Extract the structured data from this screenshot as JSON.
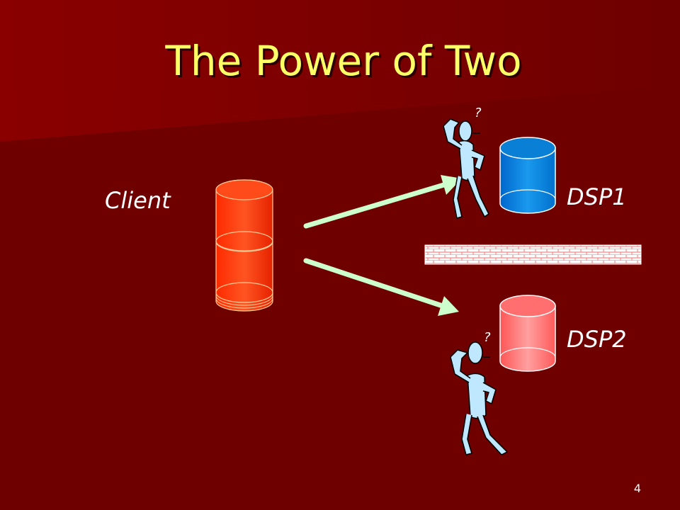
{
  "slide": {
    "title": "The Power of Two",
    "page_number": "4"
  },
  "labels": {
    "client": "Client",
    "dsp1": "DSP1",
    "dsp2": "DSP2"
  },
  "thought_marks": {
    "top": "?",
    "bottom": "?"
  },
  "icons": {
    "client": "database-cylinder-icon",
    "dsp1": "database-cylinder-icon",
    "dsp2": "database-cylinder-icon",
    "person": "confused-person-icon",
    "firewall": "brick-wall-icon"
  },
  "colors": {
    "background": "#6e0000",
    "title": "#ffff66",
    "client_db": "#ff3300",
    "dsp1_db": "#0088dd",
    "dsp2_db": "#ff6666",
    "arrows": "#ccffcc",
    "person": "#bfe8ff"
  }
}
